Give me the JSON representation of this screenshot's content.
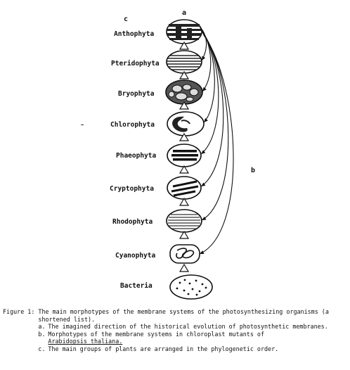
{
  "markers": {
    "a": "a",
    "b": "b",
    "c": "c"
  },
  "groups": [
    "Anthophyta",
    "Pteridophyta",
    "Bryophyta",
    "Chlorophyta",
    "Phaeophyta",
    "Cryptophyta",
    "Rhodophyta",
    "Cyanophyta",
    "Bacteria"
  ],
  "caption": {
    "head": "Figure 1: ",
    "text": "The main morphotypes of the membrane systems of the photosynthesizing organisms (a shortened list).",
    "items": [
      {
        "key": "a.",
        "text": "The imagined direction of the historical evolution of photosynthetic membranes."
      },
      {
        "key": "b.",
        "text": "Morphotypes of the membrane systems in chloroplast mutants of",
        "text2": "Arabidopsis thaliana."
      },
      {
        "key": "c.",
        "text": "The main groups of plants are arranged in the phylogenetic order."
      }
    ]
  }
}
